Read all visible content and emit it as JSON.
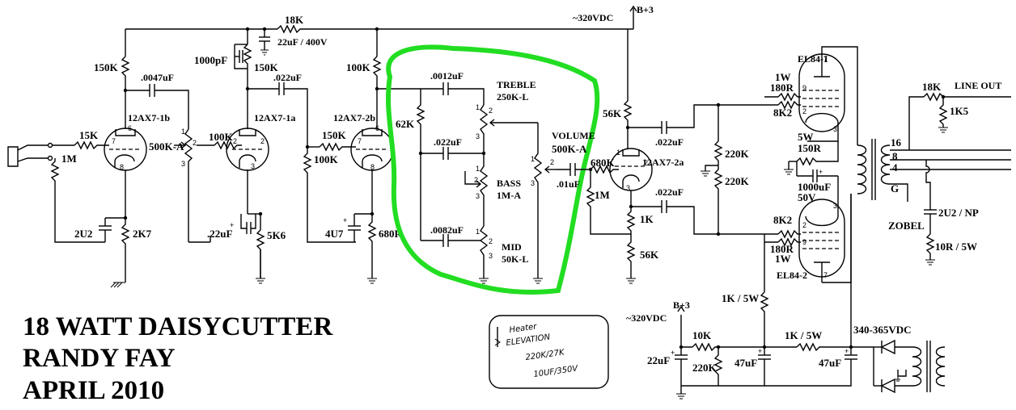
{
  "title": {
    "line1": "18 WATT DAISYCUTTER",
    "line2": "RANDY FAY",
    "line3": "APRIL 2010"
  },
  "highlight_color": "#22dd22",
  "rails": {
    "b3_top": "B+3",
    "v320_top": "~320VDC",
    "b3_supply": "B+3",
    "v320_supply": "~320VDC",
    "v340": "340-365VDC"
  },
  "tubes": {
    "v1b": "12AX7-1b",
    "v1a": "12AX7-1a",
    "v2b": "12AX7-2b",
    "v2a": "12AX7-2a",
    "el1": "EL84-1",
    "el2": "EL84-2"
  },
  "components": {
    "r18k_top": "18K",
    "c22uf_400": "22uF / 400V",
    "r150k_1": "150K",
    "c0047": ".0047uF",
    "c1000pf": "1000pF",
    "r150k_2": "150K",
    "c022_1": ".022uF",
    "r100k_plate": "100K",
    "r15k": "15K",
    "r1m_in": "1M",
    "pot500k_a": "500K-A",
    "r100k_grid": "100K",
    "r150k_grid": "150K",
    "r100k_leak": "100K",
    "c2u2": "2U2",
    "r2k7": "2K7",
    "c22uf_k": ".22uF",
    "r5k6": "5K6",
    "c4u7": "4U7",
    "r680r": "680R",
    "c0012": ".0012uF",
    "treble": "TREBLE",
    "treble_val": "250K-L",
    "r62k": "62K",
    "c022_2": ".022uF",
    "bass": "BASS",
    "bass_val": "1M-A",
    "c0082": ".0082uF",
    "mid": "MID",
    "mid_val": "50K-L",
    "volume": "VOLUME",
    "volume_val": "500K-A",
    "c01uf": ".01uF",
    "r680k": "680K",
    "r56k_top": "56K",
    "r1m_pi": "1M",
    "r1k_pi": "1K",
    "r56k_pi": "56K",
    "c022_3": ".022uF",
    "c022_4": ".022uF",
    "r220k_1": "220K",
    "r220k_2": "220K",
    "w1_top": "1W",
    "r180r_top": "180R",
    "r8k2_top": "8K2",
    "w5": "5W",
    "r150r": "150R",
    "c1000uf": "1000uF",
    "v50": "50V",
    "r8k2_bot": "8K2",
    "r180r_bot": "180R",
    "w1_bot": "1W",
    "r18k_out": "18K",
    "line_out": "LINE OUT",
    "r1k5": "1K5",
    "tap16": "16",
    "tap8": "8",
    "tap4": "4",
    "tapg": "G",
    "c2u2_np": "2U2 / NP",
    "zobel": "ZOBEL",
    "r10r": "10R / 5W",
    "r1k5w_v": "1K / 5W",
    "r10k": "10K",
    "r1k5w_h": "1K / 5W",
    "c22uf_sup": "22uF",
    "r220k_sup": "220K",
    "c47uf_1": "47uF",
    "c47uf_2": "47uF"
  },
  "handwritten_note": {
    "line1": "Heater",
    "line2": "ELEVATION",
    "line3": "220K/27K",
    "line4": "10UF/350V"
  }
}
